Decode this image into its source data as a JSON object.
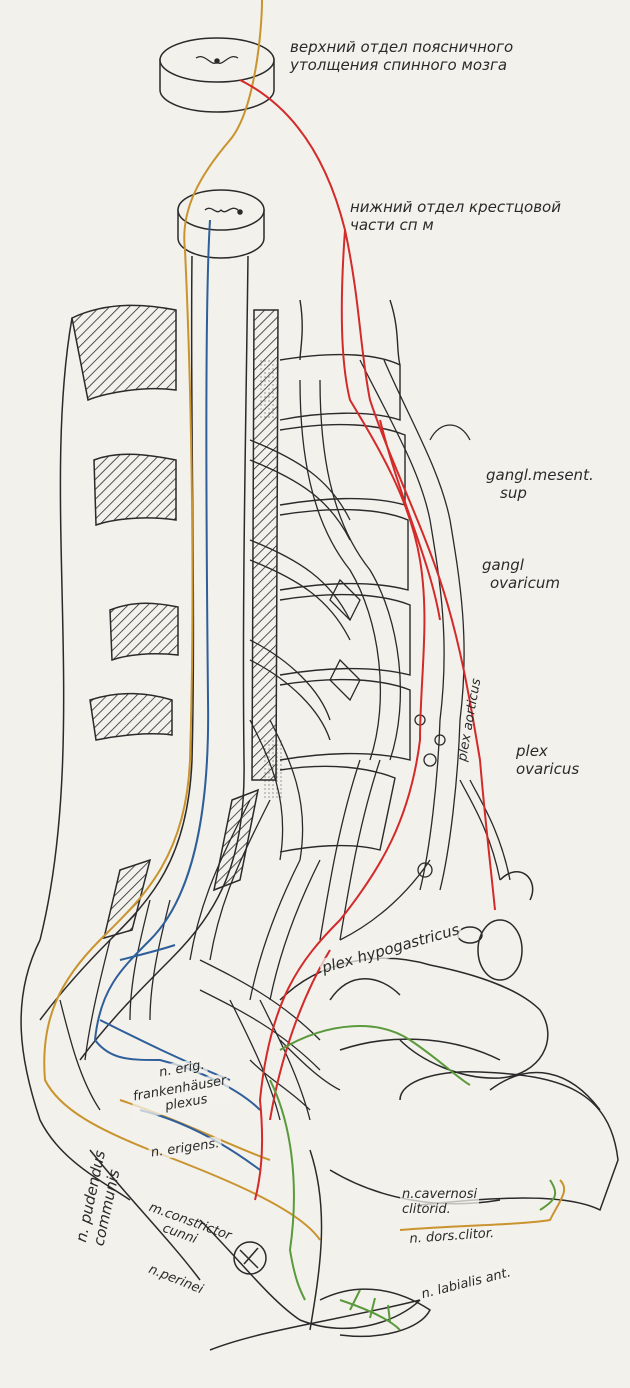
{
  "labels": {
    "upper_cord": [
      "верхний отдел поясничного",
      "утолщения спинного мозга"
    ],
    "lower_cord": [
      "нижний отдел крестцовой",
      "части сп м"
    ],
    "gangl_mesent": [
      "gangl.mesent.",
      "sup"
    ],
    "gangl_ovaricum": [
      "gangl",
      "ovaricum"
    ],
    "plex_aorticus": "plex aorticus",
    "plex_ovaricus": [
      "plex",
      "ovaricus"
    ],
    "plex_hypogastricus": "plex hypogastricus",
    "n_erig_short": "n. erig.",
    "frankenhauser": [
      "frankenhäuser",
      "plexus"
    ],
    "n_erigens": "n. erigens.",
    "n_pudendus": [
      "n. pudendus",
      "communis"
    ],
    "m_constrictor": [
      "m.constrictor",
      "cunni"
    ],
    "n_perinei": "n.perinei",
    "n_cavernosi": [
      "n.cavernosi",
      "clitorid."
    ],
    "n_dors_clitor": "n. dors.clitor.",
    "n_labialis": "n. labialis ant."
  },
  "colors": {
    "paper": "#f3f1ec",
    "ink": "#2a2a2a",
    "sympathetic": "#d32a2a",
    "parasympathetic": "#2f5f9a",
    "somatic": "#c9932e",
    "visceral_afferent": "#5b9a3c"
  }
}
